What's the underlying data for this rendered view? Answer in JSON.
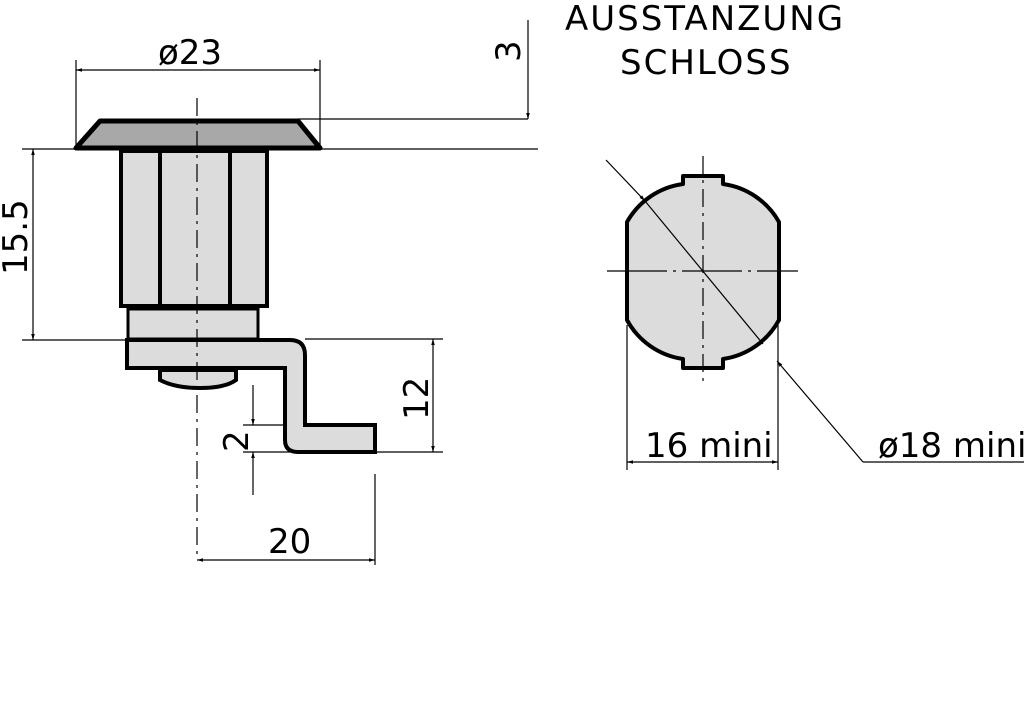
{
  "title": {
    "line1": "AUSSTANZUNG",
    "line2": "SCHLOSS"
  },
  "side_view": {
    "dimensions": {
      "diameter_flange": "ø23",
      "flange_height": "3",
      "body_length": "15.5",
      "cam_offset": "12",
      "cam_thickness": "2",
      "cam_length": "20"
    }
  },
  "cutout_view": {
    "dimensions": {
      "width": "16 mini",
      "diameter": "ø18 mini"
    }
  },
  "colors": {
    "fill_light": "#dcdcdc",
    "fill_flange": "#a8a8a8",
    "stroke": "#000000"
  }
}
